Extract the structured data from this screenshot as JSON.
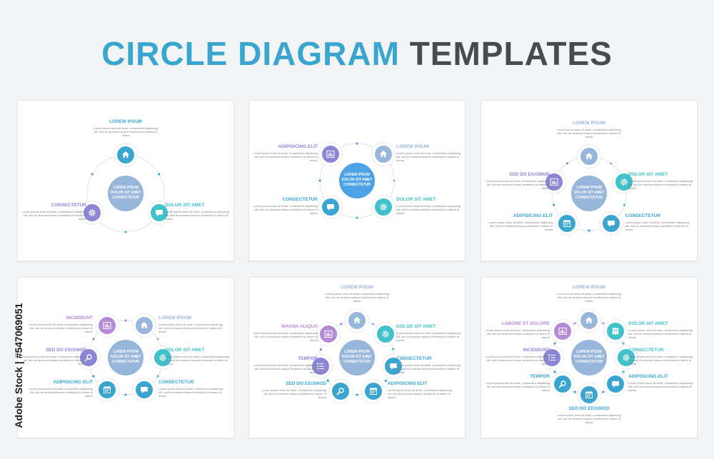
{
  "title": {
    "part1": "CIRCLE DIAGRAM",
    "part2": "TEMPLATES"
  },
  "watermark": "Adobe Stock | #547069051",
  "body_text": "Lorem ipsum dolor sit amet, consectetur adipiscing elit, sed do eiusmod tempor incididunt ut labore et dolore",
  "colors": {
    "blue": "#3aa6d0",
    "teal": "#3fc2c9",
    "violet": "#8c86d6",
    "center": "#97b6da",
    "center_blue": "#4da2e6",
    "purple": "#b48ad6"
  },
  "diagrams": [
    {
      "center": "LOREM IPSUM DOLOR SIT AMET CONSECTETUR",
      "items": [
        {
          "label": "LOREM IPSUM",
          "icon": "home-icon"
        },
        {
          "label": "DOLOR SIT AMET",
          "icon": "chat-icon"
        },
        {
          "label": "CONSECTETUR",
          "icon": "gear-icon"
        }
      ]
    },
    {
      "center": "LOREM IPSUM DOLOR SIT AMET CONSECTETUR",
      "items": [
        {
          "label": "ADIPISICING ELIT",
          "icon": "chart-icon"
        },
        {
          "label": "LOREM IPSUM",
          "icon": "home-icon"
        },
        {
          "label": "CONSECTETUR",
          "icon": "chat-icon"
        },
        {
          "label": "DOLOR SIT AMET",
          "icon": "gear-icon"
        }
      ]
    },
    {
      "center": "LOREM IPSUM DOLOR SIT AMET CONSECTETUR",
      "items": [
        {
          "label": "LOREM IPSUM",
          "icon": "home-icon"
        },
        {
          "label": "SED DO EIUSMOD",
          "icon": "chart-icon"
        },
        {
          "label": "DOLOR SIT AMET",
          "icon": "gear-icon"
        },
        {
          "label": "ADIPISICING ELIT",
          "icon": "calendar-icon"
        },
        {
          "label": "CONSECTETUR",
          "icon": "chat-icon"
        }
      ]
    },
    {
      "center": "LOREM IPSUM DOLOR SIT AMET CONSECTETUR",
      "items": [
        {
          "label": "INCIDIDUNT",
          "icon": "chart-icon"
        },
        {
          "label": "LOREM IPSUM",
          "icon": "home-icon"
        },
        {
          "label": "SED DO EIUSMOD",
          "icon": "search-icon"
        },
        {
          "label": "DOLOR SIT AMET",
          "icon": "gear-icon"
        },
        {
          "label": "ADIPISICING ELIT",
          "icon": "calendar-icon"
        },
        {
          "label": "CONSECTETUR",
          "icon": "chat-icon"
        }
      ]
    },
    {
      "center": "LOREM IPSUM DOLOR SIT AMET CONSECTETUR",
      "items": [
        {
          "label": "LOREM IPSUM",
          "icon": "home-icon"
        },
        {
          "label": "MAGNA ALIQUA",
          "icon": "chart-icon"
        },
        {
          "label": "DOLOR SIT AMET",
          "icon": "gear-icon"
        },
        {
          "label": "TEMPOR",
          "icon": "list-icon"
        },
        {
          "label": "CONSECTETUR",
          "icon": "chat-icon"
        },
        {
          "label": "SED DO EIUSMOD",
          "icon": "search-icon"
        },
        {
          "label": "ADIPISICING ELIT",
          "icon": "calendar-icon"
        }
      ]
    },
    {
      "center": "LOREM IPSUM DOLOR SIT AMET CONSECTETUR",
      "items": [
        {
          "label": "LOREM IPSUM",
          "icon": "home-icon"
        },
        {
          "label": "LABORE ET DOLORE",
          "icon": "chart-icon"
        },
        {
          "label": "DOLOR SIT AMET",
          "icon": "people-icon"
        },
        {
          "label": "INCIDIDUNT",
          "icon": "list-icon"
        },
        {
          "label": "CONSECTETUR",
          "icon": "gear-icon"
        },
        {
          "label": "TEMPOR",
          "icon": "search-icon"
        },
        {
          "label": "ADIPISICING ELIT",
          "icon": "chat-icon"
        },
        {
          "label": "SED DO EIUSMOD",
          "icon": "calendar-icon"
        }
      ]
    }
  ]
}
